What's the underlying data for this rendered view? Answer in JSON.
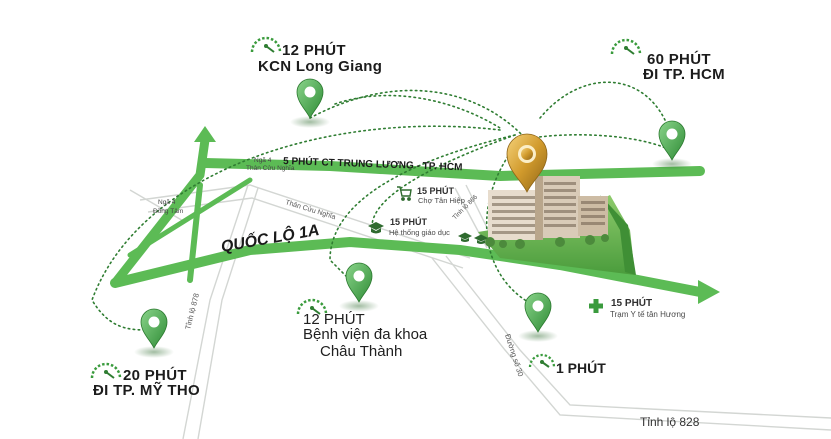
{
  "colors": {
    "accent": "#3a9b3d",
    "road_green": "#5cbb55",
    "pin_green": "#4caf50",
    "text": "#1f1f1f",
    "gold": "#d4a23a"
  },
  "destinations": {
    "kcn": {
      "time": "12 PHÚT",
      "name": "KCN Long Giang",
      "icon": "speedometer-icon"
    },
    "hcm": {
      "time": "60 PHÚT",
      "name": "ĐI TP. HCM",
      "icon": "speedometer-icon"
    },
    "mytho": {
      "time": "20 PHÚT",
      "name": "ĐI TP. MỸ THO",
      "icon": "speedometer-icon"
    },
    "hospital": {
      "time": "12 PHÚT",
      "line1": "Bệnh viện đa khoa",
      "line2": "Châu Thành",
      "icon": "speedometer-icon"
    },
    "one_min": {
      "time": "1 PHÚT",
      "icon": "speedometer-icon"
    },
    "market": {
      "time": "15 PHÚT",
      "name": "Chợ Tân Hiệp",
      "icon": "shopping-cart-icon"
    },
    "school": {
      "time": "15 PHÚT",
      "name": "Hệ thống giáo dục",
      "icon": "graduation-cap-icon"
    },
    "clinic": {
      "time": "15 PHÚT",
      "name": "Trạm Y tế tân Hương",
      "icon": "medical-cross-icon"
    }
  },
  "roads": {
    "expressway": "5 PHÚT CT TRUNG LƯƠNG - TP. HCM",
    "ql1a": "QUỐC LỘ 1A",
    "tl828_vertical": "Tỉnh lộ 878",
    "tl828_bottom": "Tỉnh lộ 828",
    "duong_30": "Đường số 30",
    "tl866": "Tỉnh lộ 866",
    "than_cuu_nghia": "Thân Cửu Nghĩa"
  },
  "junctions": {
    "nga4_than_cuu_nghia": [
      "Ngã 4",
      "Thân Cửu Nghĩa"
    ],
    "nga4_dong_tam": [
      "Ngã 4",
      "Đồng Tâm"
    ]
  }
}
